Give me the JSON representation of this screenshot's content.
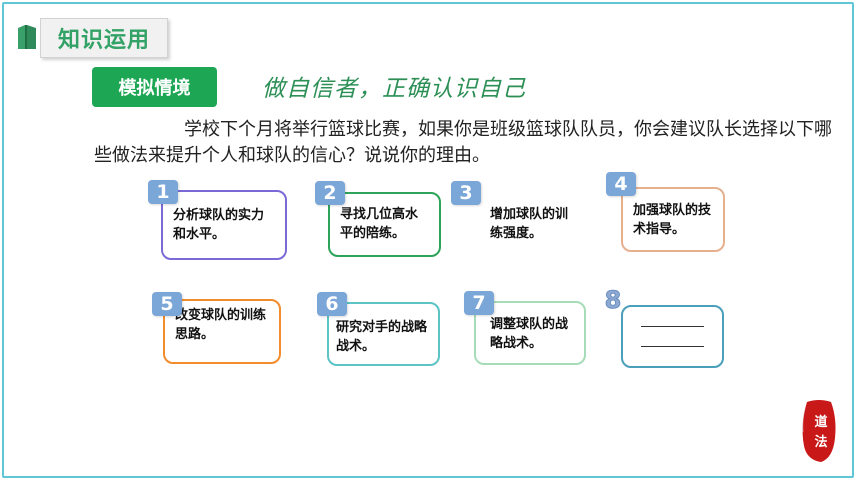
{
  "header": {
    "tab_label": "知识运用"
  },
  "section": {
    "badge": "模拟情境",
    "title": "做自信者，正确认识自己"
  },
  "question": "学校下个月将举行篮球比赛，如果你是班级篮球队队员，你会建议队长选择以下哪些做法来提升个人和球队的信心？说说你的理由。",
  "options": [
    {
      "num": "1",
      "text": "分析球队的实力和水平。",
      "color": "#7a69d6"
    },
    {
      "num": "2",
      "text": "寻找几位高水平的陪练。",
      "color": "#2ea35a"
    },
    {
      "num": "3",
      "text": "增加球队的训练强度。",
      "color": "#ffffff"
    },
    {
      "num": "4",
      "text": "加强球队的技术指导。",
      "color": "#e6b08e"
    },
    {
      "num": "5",
      "text": "改变球队的训练思路。",
      "color": "#f28c2c"
    },
    {
      "num": "6",
      "text": "研究对手的战略战术。",
      "color": "#5cc4c4"
    },
    {
      "num": "7",
      "text": "调整球队的战略战术。",
      "color": "#a6ddb8"
    },
    {
      "num": "8",
      "text": "",
      "color": "#4a9fbb"
    }
  ],
  "seal_text": "道法"
}
